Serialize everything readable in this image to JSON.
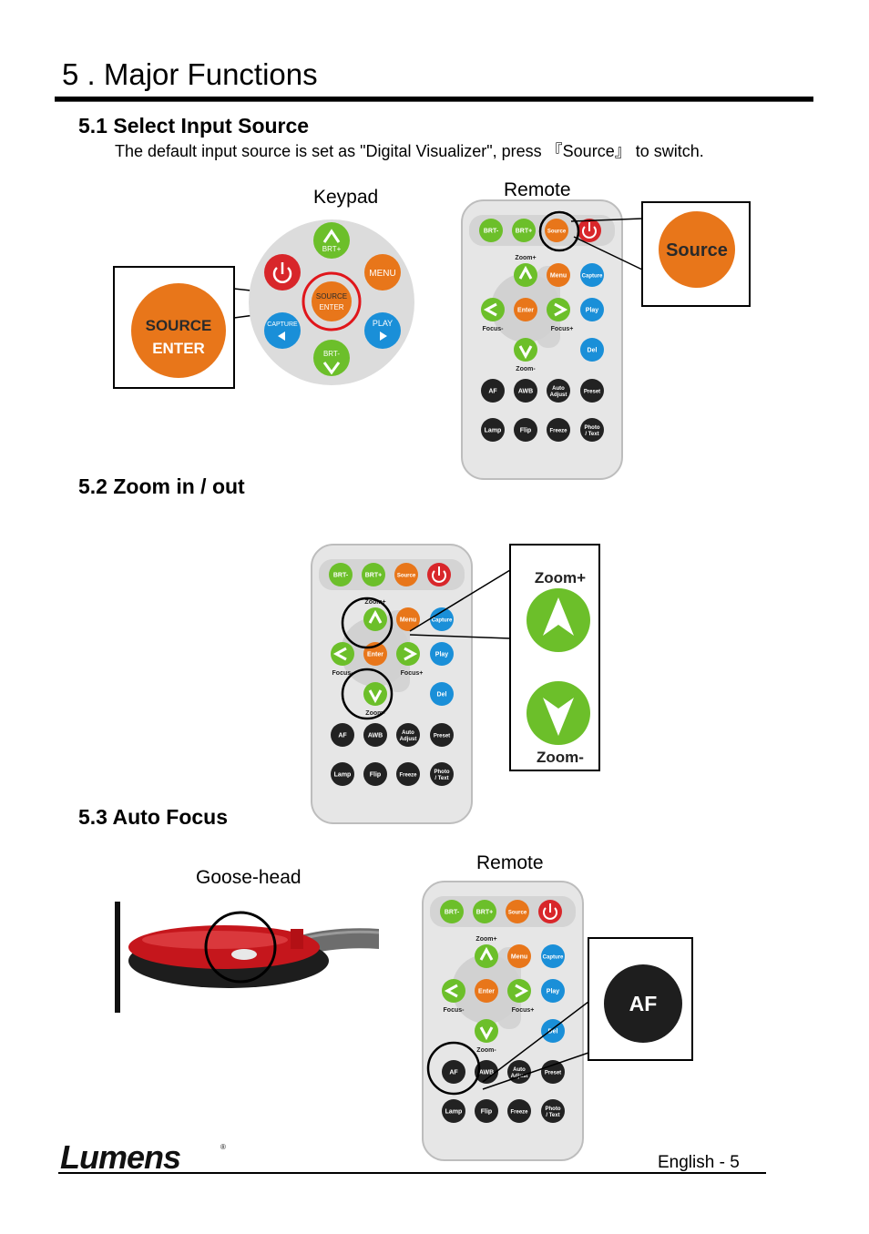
{
  "chapter": {
    "number": "5",
    "title": ". Major Functions"
  },
  "sections": {
    "s1": {
      "heading": "5.1 Select Input Source",
      "paragraph": "The default input source is set as \"Digital Visualizer\", press 『Source』 to switch."
    },
    "s2": {
      "heading": "5.2 Zoom in / out"
    },
    "s3": {
      "heading": "5.3   Auto Focus"
    }
  },
  "figure_labels": {
    "keypad": "Keypad",
    "remote1": "Remote",
    "remote3": "Remote",
    "goosehead": "Goose-head"
  },
  "keypad_buttons": {
    "brt_plus": "BRT+",
    "brt_minus": "BRT-",
    "menu": "MENU",
    "source": "SOURCE",
    "enter": "ENTER",
    "capture": "CAPTURE",
    "play": "PLAY"
  },
  "keypad_zoom": {
    "line1": "SOURCE",
    "line2": "ENTER"
  },
  "remote_buttons": {
    "brt_minus": "BRT-",
    "brt_plus": "BRT+",
    "source": "Source",
    "zoom_plus": "Zoom+",
    "zoom_minus": "Zoom-",
    "menu": "Menu",
    "capture": "Capture",
    "enter": "Enter",
    "focus_minus": "Focus-",
    "focus_plus": "Focus+",
    "play": "Play",
    "del": "Del",
    "af": "AF",
    "awb": "AWB",
    "auto_adjust_1": "Auto",
    "auto_adjust_2": "Adjust",
    "preset": "Preset",
    "lamp": "Lamp",
    "flip": "Flip",
    "freeze": "Freeze",
    "photo_1": "Photo",
    "photo_2": "/ Text"
  },
  "callouts": {
    "source": "Source",
    "zoom_plus": "Zoom+",
    "zoom_minus": "Zoom-",
    "af": "AF"
  },
  "footer": {
    "brand": "Lumens",
    "page_label": "English - 5"
  },
  "colors": {
    "green": "#6cbf2a",
    "orange": "#e8761a",
    "blue": "#1a8fd8",
    "red": "#d8262a",
    "dark": "#222222",
    "panel": "#e4e4e4"
  }
}
